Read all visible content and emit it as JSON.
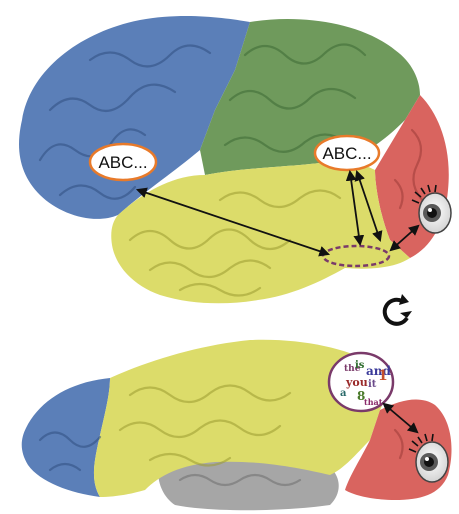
{
  "labels": {
    "bubble_left": "ABC...",
    "bubble_right": "ABC..."
  },
  "word_cloud": {
    "words": [
      "the",
      "is",
      "and",
      "you",
      "it",
      "a",
      "1",
      "8",
      "that"
    ]
  },
  "icons": {
    "rotation": "rotate-arrows-icon",
    "eye_top": "eye-icon",
    "eye_bottom": "eye-icon"
  },
  "colors": {
    "frontal_blue": "#5b7fb8",
    "parietal_green": "#6f9a5c",
    "occipital_red": "#d9645f",
    "temporal_yellow": "#dcdc6a",
    "cerebellum_gray": "#a6a6a6",
    "bubble_outline": "#e87a2a",
    "highlight_ellipse": "#7a3a6a"
  }
}
